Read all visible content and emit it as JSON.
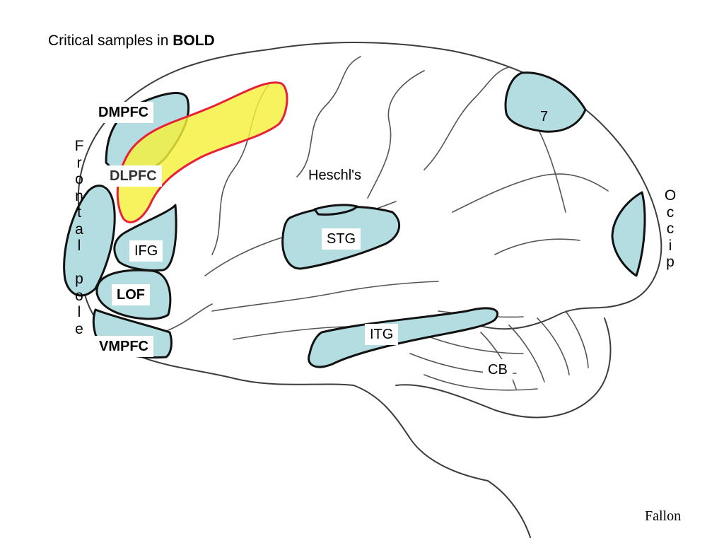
{
  "title": {
    "prefix": "Critical samples in ",
    "emphasis": "BOLD"
  },
  "regions": {
    "dmpfc": "DMPFC",
    "dlpfc": "DLPFC",
    "ifg": "IFG",
    "lof": "LOF",
    "vmpfc": "VMPFC",
    "heschls": "Heschl's",
    "stg": "STG",
    "itg": "ITG",
    "cb": "CB",
    "area7": "7"
  },
  "side_labels": {
    "frontal_pole": "Frontal pole",
    "occip": "Occip"
  },
  "credit": "Fallon",
  "colors": {
    "region_fill": "#b3dde0",
    "region_stroke": "#111111",
    "highlight_fill": "#f5f03a",
    "highlight_stroke": "#e8203a",
    "sketch_line": "#4a4a4a"
  }
}
